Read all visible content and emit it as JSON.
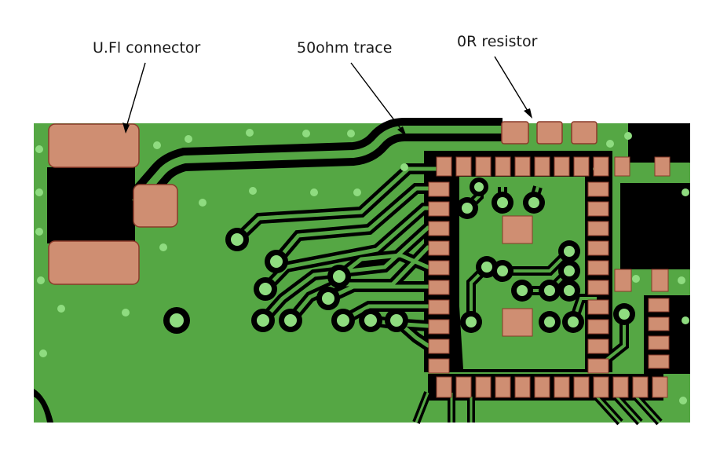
{
  "labels": {
    "ufl_connector": "U.Fl connector",
    "trace_50ohm": "50ohm trace",
    "resistor_0r": "0R resistor"
  },
  "colors": {
    "copper_fill": "#55a744",
    "via": "#8fdc80",
    "pad": "#cf8e72",
    "pad_edge": "#8a3a2a",
    "clearance": "#000000",
    "background": "#ffffff",
    "arrow": "#000000"
  }
}
